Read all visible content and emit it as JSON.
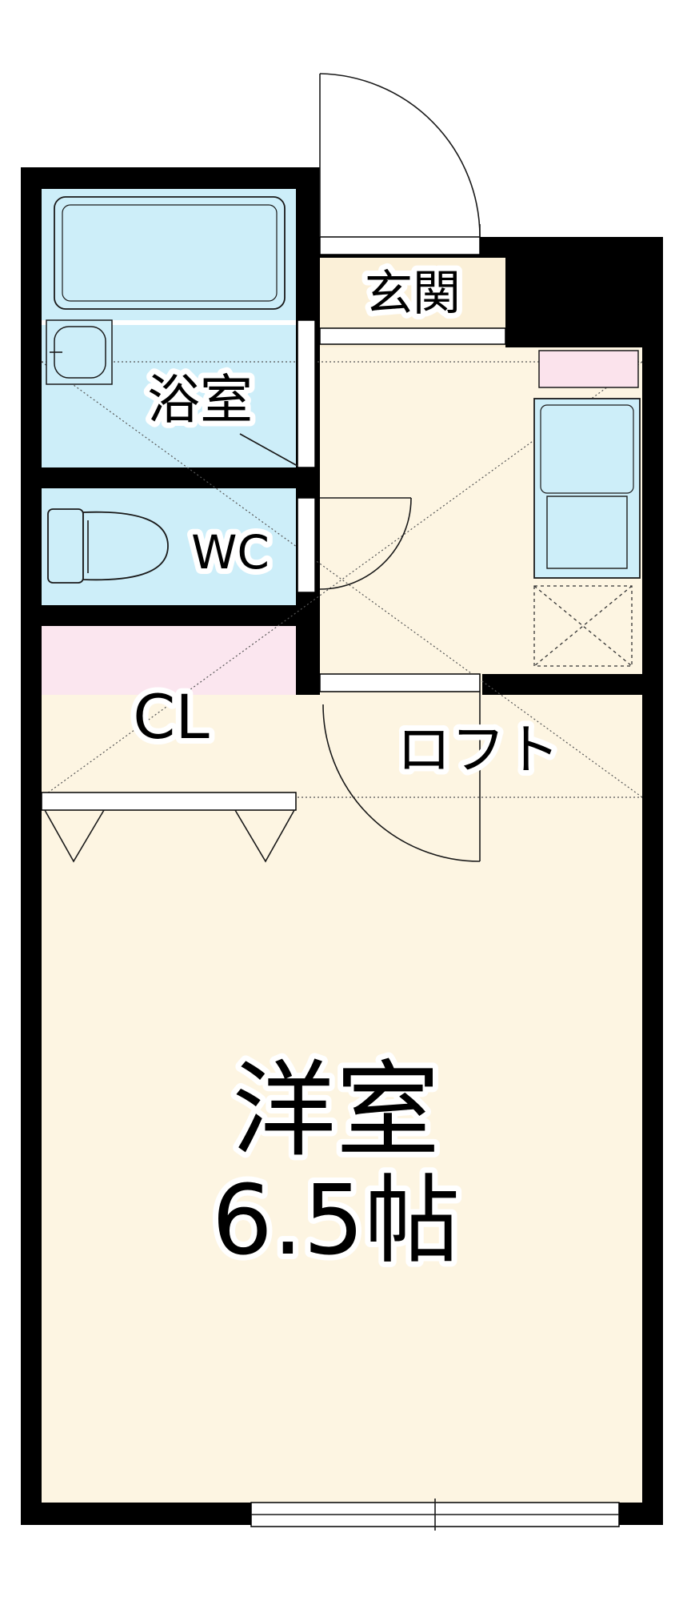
{
  "rooms": {
    "entrance": "玄関",
    "bath": "浴室",
    "wc": "WC",
    "closet": "CL",
    "loft": "ロフト",
    "western_room": "洋室",
    "western_room_size": "6.5帖"
  },
  "colors": {
    "wall": "#000000",
    "wet_area": "#cdeef9",
    "closet": "#fbe6ef",
    "living": "#fdf5e2",
    "entrance": "#fbf0d8",
    "pink_accent": "#fbe3ec"
  }
}
